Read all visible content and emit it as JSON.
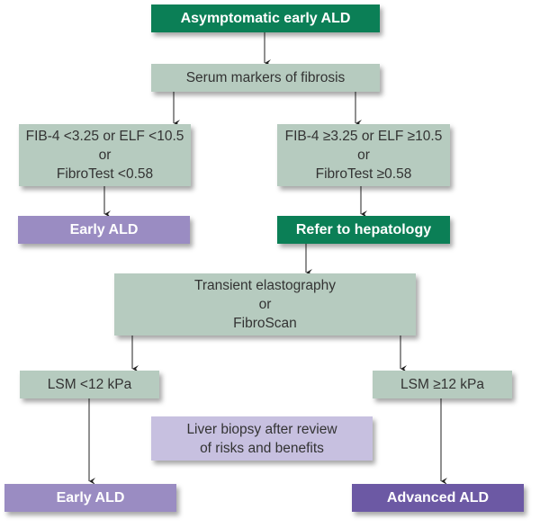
{
  "diagram": {
    "type": "flowchart",
    "nodes": {
      "start": "Asymptomatic early ALD",
      "serum": "Serum markers of fibrosis",
      "low_markers": "FIB-4 <3.25 or ELF <10.5\nor\nFibroTest <0.58",
      "high_markers": "FIB-4 ≥3.25 or ELF ≥10.5\nor\nFibroTest ≥0.58",
      "early_ald_1": "Early ALD",
      "refer": "Refer to hepatology",
      "elastography": "Transient elastography\nor\nFibroScan",
      "lsm_low": "LSM <12 kPa",
      "lsm_high": "LSM ≥12 kPa",
      "biopsy": "Liver biopsy after review\nof risks and benefits",
      "early_ald_2": "Early ALD",
      "advanced_ald": "Advanced ALD"
    },
    "edges": [
      [
        "start",
        "serum"
      ],
      [
        "serum",
        "low_markers"
      ],
      [
        "serum",
        "high_markers"
      ],
      [
        "low_markers",
        "early_ald_1"
      ],
      [
        "high_markers",
        "refer"
      ],
      [
        "refer",
        "elastography"
      ],
      [
        "elastography",
        "lsm_low"
      ],
      [
        "elastography",
        "lsm_high"
      ],
      [
        "lsm_low",
        "early_ald_2"
      ],
      [
        "lsm_high",
        "advanced_ald"
      ]
    ],
    "colors": {
      "green": "#0b7f56",
      "sage": "#b6cbbf",
      "lavender": "#9a8cc2",
      "light_lavender": "#c7c0e0",
      "purple": "#6c59a4"
    }
  }
}
